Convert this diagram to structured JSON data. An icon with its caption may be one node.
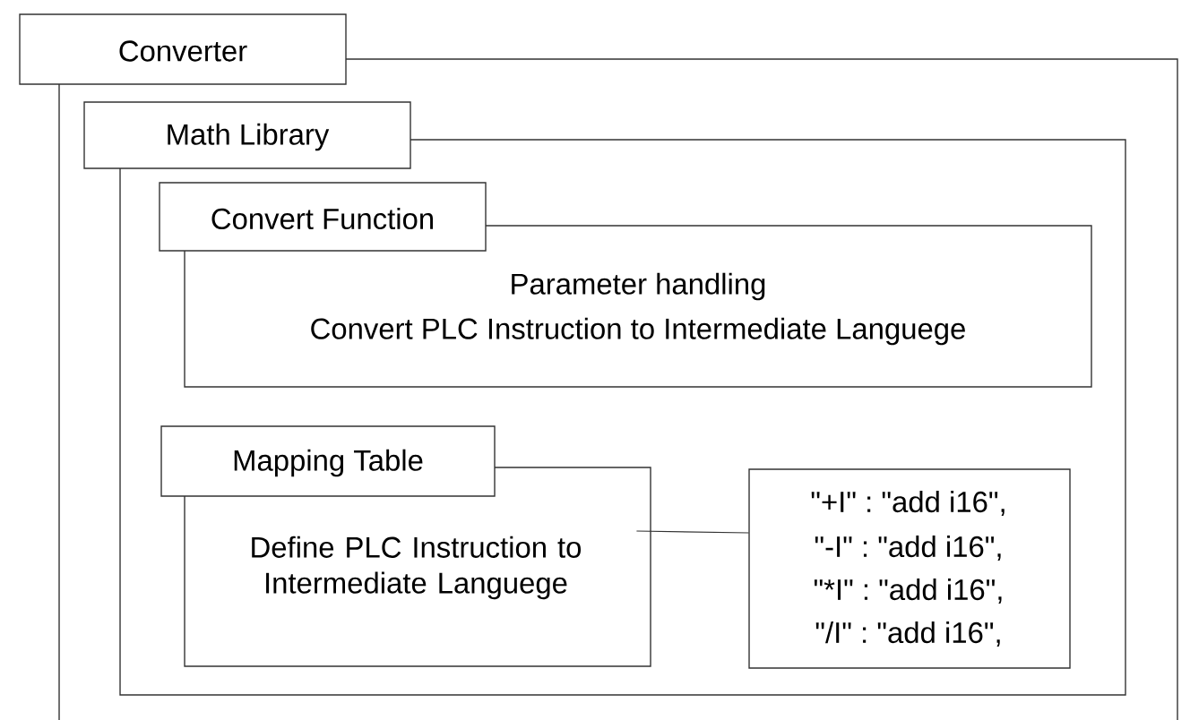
{
  "diagram": {
    "nodes": [
      {
        "text": [
          "Converter"
        ]
      },
      {
        "text": [
          "Math Library"
        ],
        "in": 0
      },
      {
        "text": [
          "Convert Function",
          "Parameter handling",
          "Convert PLC Instruction to Intermediate Languege"
        ],
        "in": 1
      },
      {
        "text": [
          "Mapping Table",
          "Define PLC Instruction to Intermediate Languege"
        ],
        "in": 1
      },
      {
        "text": [
          "\"+I\" : \"add i16\",",
          "\"-I\" : \"add i16\",",
          "\"*I\" : \"add i16\",",
          "\"/I\" : \"add i16\","
        ],
        "in": 1
      }
    ],
    "edges": [
      {
        "from": 3,
        "to": 4,
        "arrow": "none"
      }
    ]
  }
}
